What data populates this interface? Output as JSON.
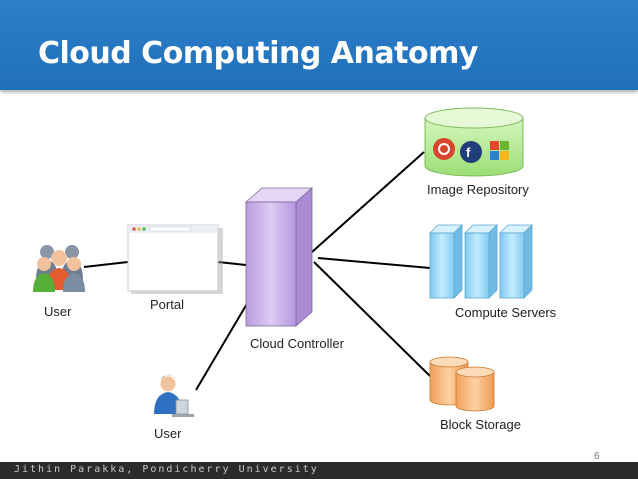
{
  "slide": {
    "title": "Cloud Computing Anatomy",
    "page_number": "6",
    "footer": "Jithin Parakka, Pondicherry University"
  },
  "nodes": {
    "user_top": "User",
    "portal": "Portal",
    "cloud_controller": "Cloud Controller",
    "user_bottom": "User",
    "image_repository": "Image Repository",
    "compute_servers": "Compute Servers",
    "block_storage": "Block Storage"
  },
  "colors": {
    "title_bar": "#2277c4",
    "controller": "#c9b3e6",
    "repository": "#b9ec9c",
    "servers": "#a7dcf6",
    "storage": "#f7b473"
  },
  "icons": {
    "user_top": "user-group-icon",
    "user_bottom": "user-at-computer-icon",
    "portal": "browser-window-icon",
    "image_repository": "os-images-database-icon",
    "compute_servers": "server-rack-icon",
    "block_storage": "storage-cylinders-icon"
  }
}
